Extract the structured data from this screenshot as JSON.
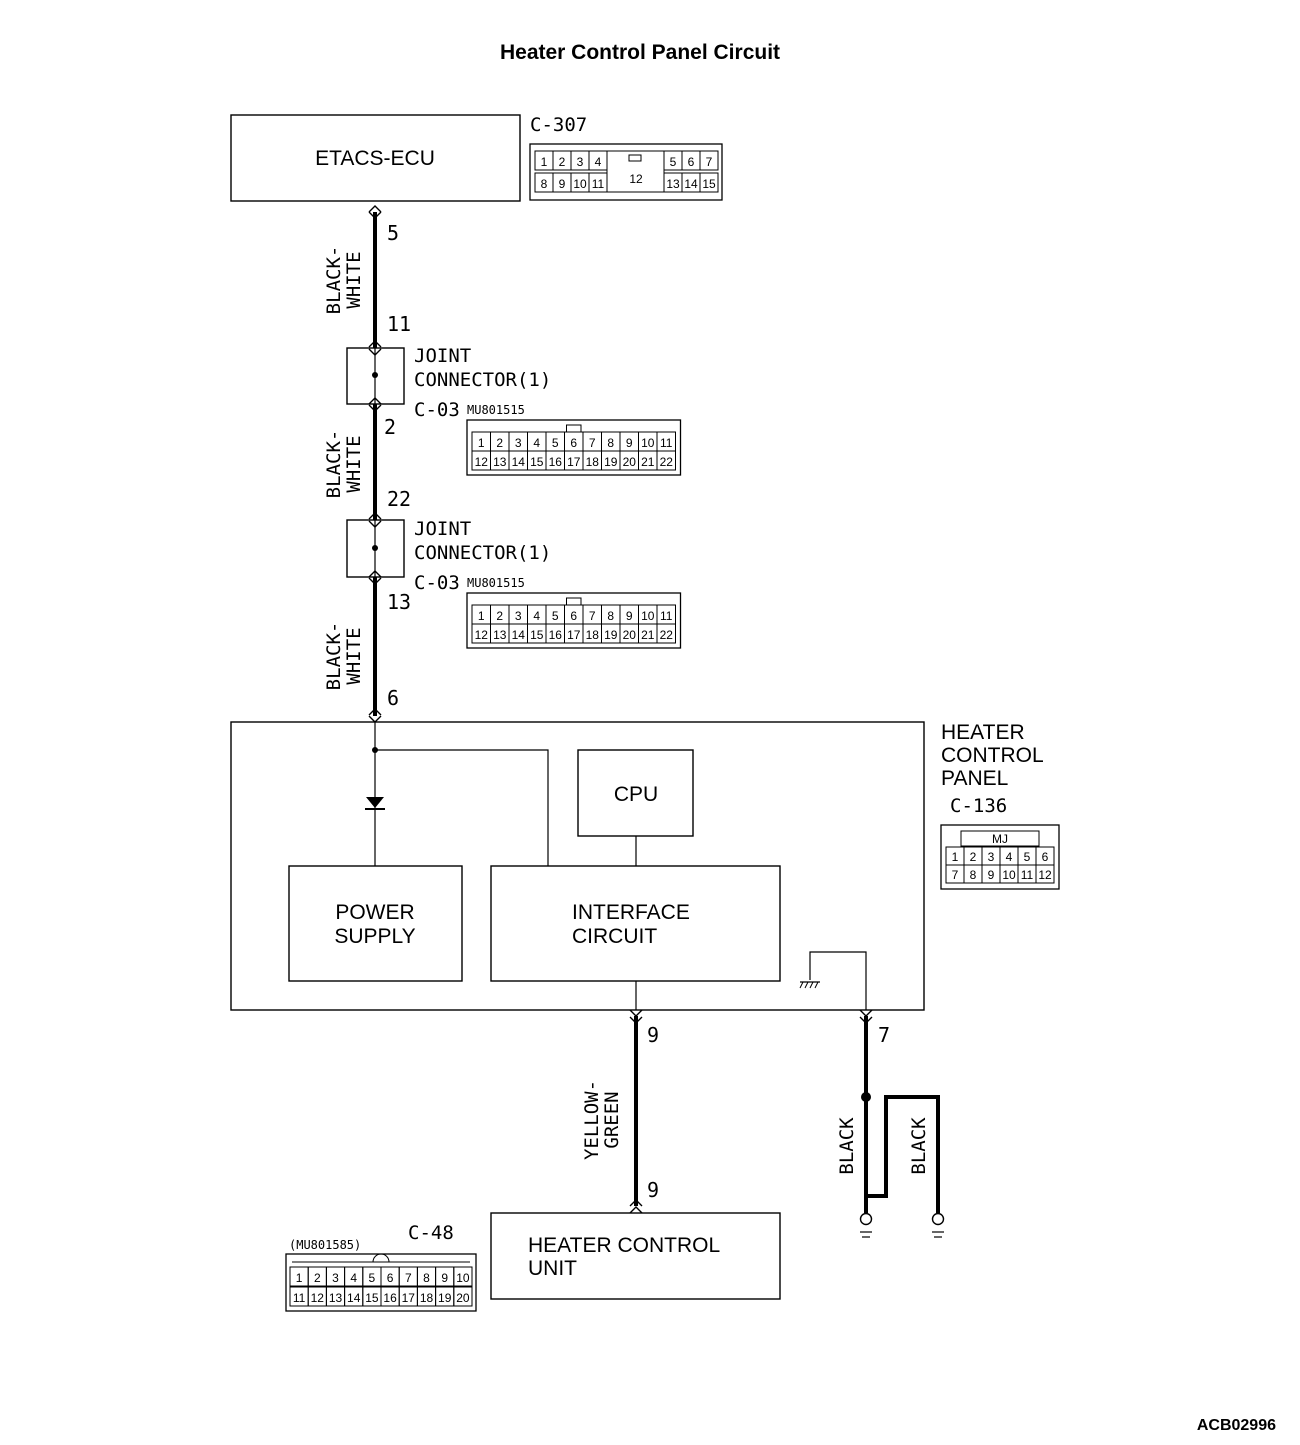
{
  "title": "Heater Control Panel Circuit",
  "footer_code": "ACB02996",
  "components": {
    "etacs_ecu": "ETACS-ECU",
    "joint_line1": "JOINT",
    "joint_line2": "CONNECTOR(1)",
    "cpu": "CPU",
    "power_supply_line1": "POWER",
    "power_supply_line2": "SUPPLY",
    "interface_line1": "INTERFACE",
    "interface_line2": "CIRCUIT",
    "panel_line1": "HEATER",
    "panel_line2": "CONTROL",
    "panel_line3": "PANEL",
    "hcu_line1": "HEATER CONTROL",
    "hcu_line2": "UNIT"
  },
  "connectors": {
    "c307": {
      "id": "C-307",
      "row1_left": [
        "1",
        "2",
        "3",
        "4"
      ],
      "center": "12",
      "row1_right": [
        "5",
        "6",
        "7"
      ],
      "row2_left": [
        "8",
        "9",
        "10",
        "11"
      ],
      "row2_right": [
        "13",
        "14",
        "15"
      ]
    },
    "c03": {
      "id": "C-03",
      "part": "MU801515",
      "row1": [
        "1",
        "2",
        "3",
        "4",
        "5",
        "6",
        "7",
        "8",
        "9",
        "10",
        "11"
      ],
      "row2": [
        "12",
        "13",
        "14",
        "15",
        "16",
        "17",
        "18",
        "19",
        "20",
        "21",
        "22"
      ]
    },
    "c136": {
      "id": "C-136",
      "tag": "MJ",
      "row1": [
        "1",
        "2",
        "3",
        "4",
        "5",
        "6"
      ],
      "row2": [
        "7",
        "8",
        "9",
        "10",
        "11",
        "12"
      ]
    },
    "c48": {
      "id": "C-48",
      "part": "(MU801585)",
      "row1": [
        "1",
        "2",
        "3",
        "4",
        "5",
        "6",
        "7",
        "8",
        "9",
        "10"
      ],
      "row2": [
        "11",
        "12",
        "13",
        "14",
        "15",
        "16",
        "17",
        "18",
        "19",
        "20"
      ]
    }
  },
  "pins": {
    "ecu_out": "5",
    "j1_in": "11",
    "j1_out": "2",
    "j2_in": "22",
    "j2_out": "13",
    "panel_in": "6",
    "panel_out9": "9",
    "panel_out7": "7",
    "hcu_in": "9"
  },
  "wire_colors": {
    "bw_line1": "BLACK-",
    "bw_line2": "WHITE",
    "yg_line1": "YELLOW-",
    "yg_line2": "GREEN",
    "black": "BLACK"
  }
}
